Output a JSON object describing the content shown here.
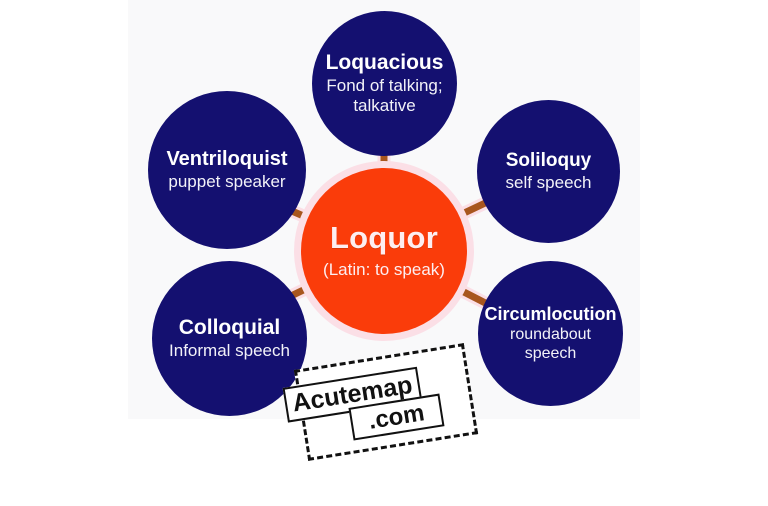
{
  "graphic": {
    "type": "radial-word-root-diagram",
    "title": "Loquor word root mind map",
    "background_color": "#ffffff",
    "canvas_color": "#f9f9fa",
    "node_color": "#141070",
    "center_color": "#fa3c0a",
    "center_halo_color": "#fbdfe6",
    "spoke_color": "#a8561e",
    "text_color": "#ffffff"
  },
  "center": {
    "title": "Loquor",
    "subtitle": "(Latin: to speak)"
  },
  "nodes": [
    {
      "id": "loquacious",
      "title": "Loquacious",
      "desc": "Fond of talking; talkative"
    },
    {
      "id": "ventriloquist",
      "title": "Ventriloquist",
      "desc": "puppet speaker"
    },
    {
      "id": "soliloquy",
      "title": "Soliloquy",
      "desc": "self speech"
    },
    {
      "id": "circumlocution",
      "title": "Circumlocution",
      "desc": "roundabout speech"
    },
    {
      "id": "colloquial",
      "title": "Colloquial",
      "desc": "Informal speech"
    }
  ],
  "watermark": {
    "name": "Acutemap",
    "tld": ".com"
  }
}
